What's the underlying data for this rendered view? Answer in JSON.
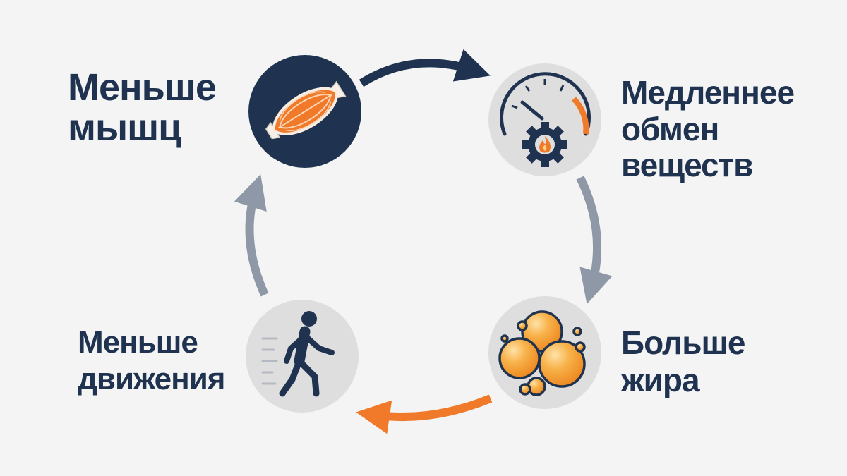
{
  "nodes": {
    "less_muscle": {
      "lines": [
        "Меньше",
        "мышц"
      ],
      "icon": "muscle-icon"
    },
    "slower_metabolism": {
      "lines": [
        "Медленнее",
        "обмен",
        "веществ"
      ],
      "icon": "speedometer-gear-icon"
    },
    "more_fat": {
      "lines": [
        "Больше",
        "жира"
      ],
      "icon": "fat-cells-icon"
    },
    "less_movement": {
      "lines": [
        "Меньше",
        "движения"
      ],
      "icon": "walking-person-icon"
    }
  },
  "colors": {
    "navy": "#1f3350",
    "orange": "#f07a2a",
    "grey_arrow": "#8e98a6",
    "circle_light": "#dedede",
    "background": "#f4f4f4"
  },
  "arrows": [
    {
      "from": "less_muscle",
      "to": "slower_metabolism",
      "color": "navy"
    },
    {
      "from": "slower_metabolism",
      "to": "more_fat",
      "color": "grey_arrow"
    },
    {
      "from": "more_fat",
      "to": "less_movement",
      "color": "orange"
    },
    {
      "from": "less_movement",
      "to": "less_muscle",
      "color": "grey_arrow"
    }
  ]
}
